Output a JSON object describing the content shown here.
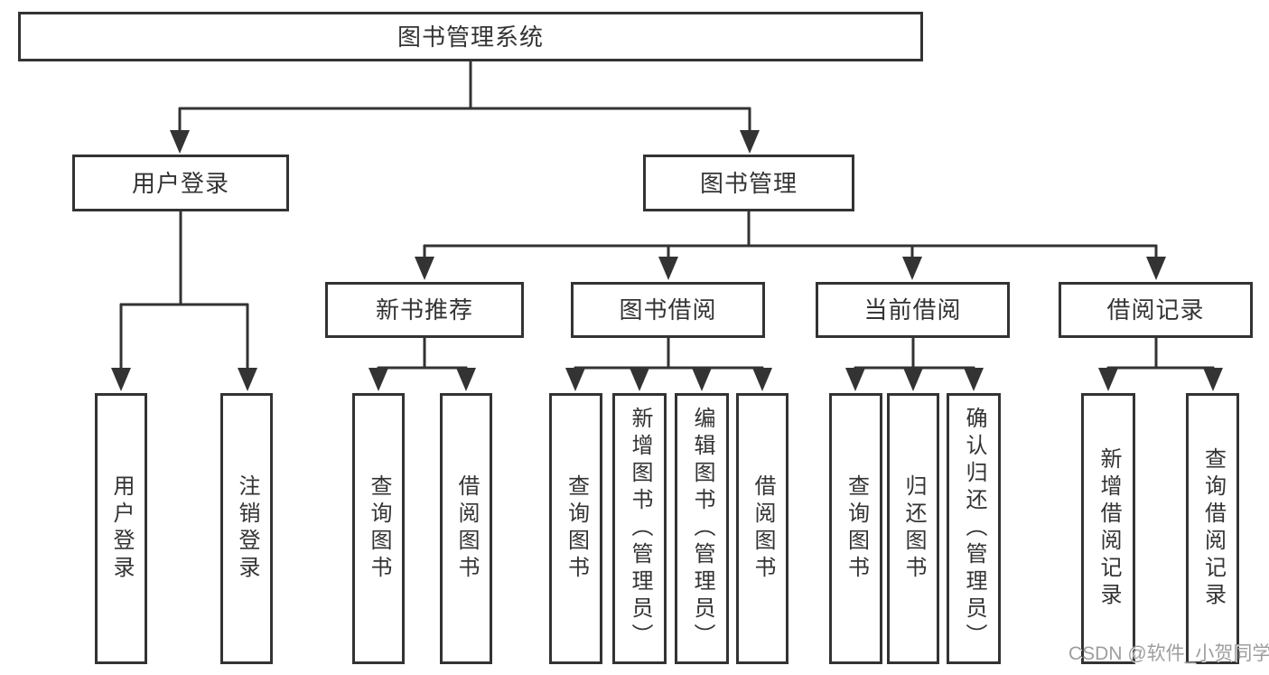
{
  "diagram_title": "图书管理系统",
  "colors": {
    "line": "#333333",
    "border": "#333333",
    "text": "#333333",
    "background": "#ffffff",
    "watermark": "#9e9e9e"
  },
  "nodes": {
    "root": "图书管理系统",
    "user_login": "用户登录",
    "book_management": "图书管理",
    "new_book_recommend": "新书推荐",
    "book_borrowing": "图书借阅",
    "current_borrowing": "当前借阅",
    "borrowing_records": "借阅记录"
  },
  "leaves": {
    "user_login_1": "用户登录",
    "user_login_2": "注销登录",
    "new_book_1": "查询图书",
    "new_book_2": "借阅图书",
    "borrow_1": "查询图书",
    "borrow_2": "新增图书（管理员）",
    "borrow_3": "编辑图书（管理员）",
    "borrow_4": "借阅图书",
    "current_1": "查询图书",
    "current_2": "归还图书",
    "current_3": "确认归还（管理员）",
    "records_1": "新增借阅记录",
    "records_2": "查询借阅记录"
  },
  "watermark": "CSDN @软件_小贺同学"
}
